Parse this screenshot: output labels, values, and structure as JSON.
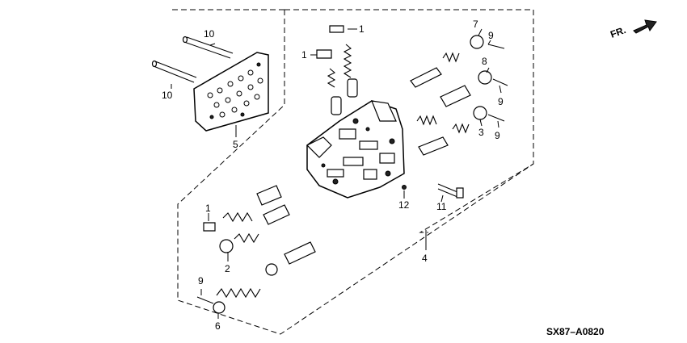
{
  "diagram_code": "SX87–A0820",
  "direction_label": "FR.",
  "callouts": [
    {
      "id": "c1a",
      "text": "1"
    },
    {
      "id": "c1b",
      "text": "1"
    },
    {
      "id": "c1c",
      "text": "1"
    },
    {
      "id": "c2",
      "text": "2"
    },
    {
      "id": "c3",
      "text": "3"
    },
    {
      "id": "c4",
      "text": "4"
    },
    {
      "id": "c5",
      "text": "5"
    },
    {
      "id": "c6",
      "text": "6"
    },
    {
      "id": "c7",
      "text": "7"
    },
    {
      "id": "c8",
      "text": "8"
    },
    {
      "id": "c9a",
      "text": "9"
    },
    {
      "id": "c9b",
      "text": "9"
    },
    {
      "id": "c9c",
      "text": "9"
    },
    {
      "id": "c9d",
      "text": "9"
    },
    {
      "id": "c10a",
      "text": "10"
    },
    {
      "id": "c10b",
      "text": "10"
    },
    {
      "id": "c11",
      "text": "11"
    },
    {
      "id": "c12",
      "text": "12"
    }
  ]
}
